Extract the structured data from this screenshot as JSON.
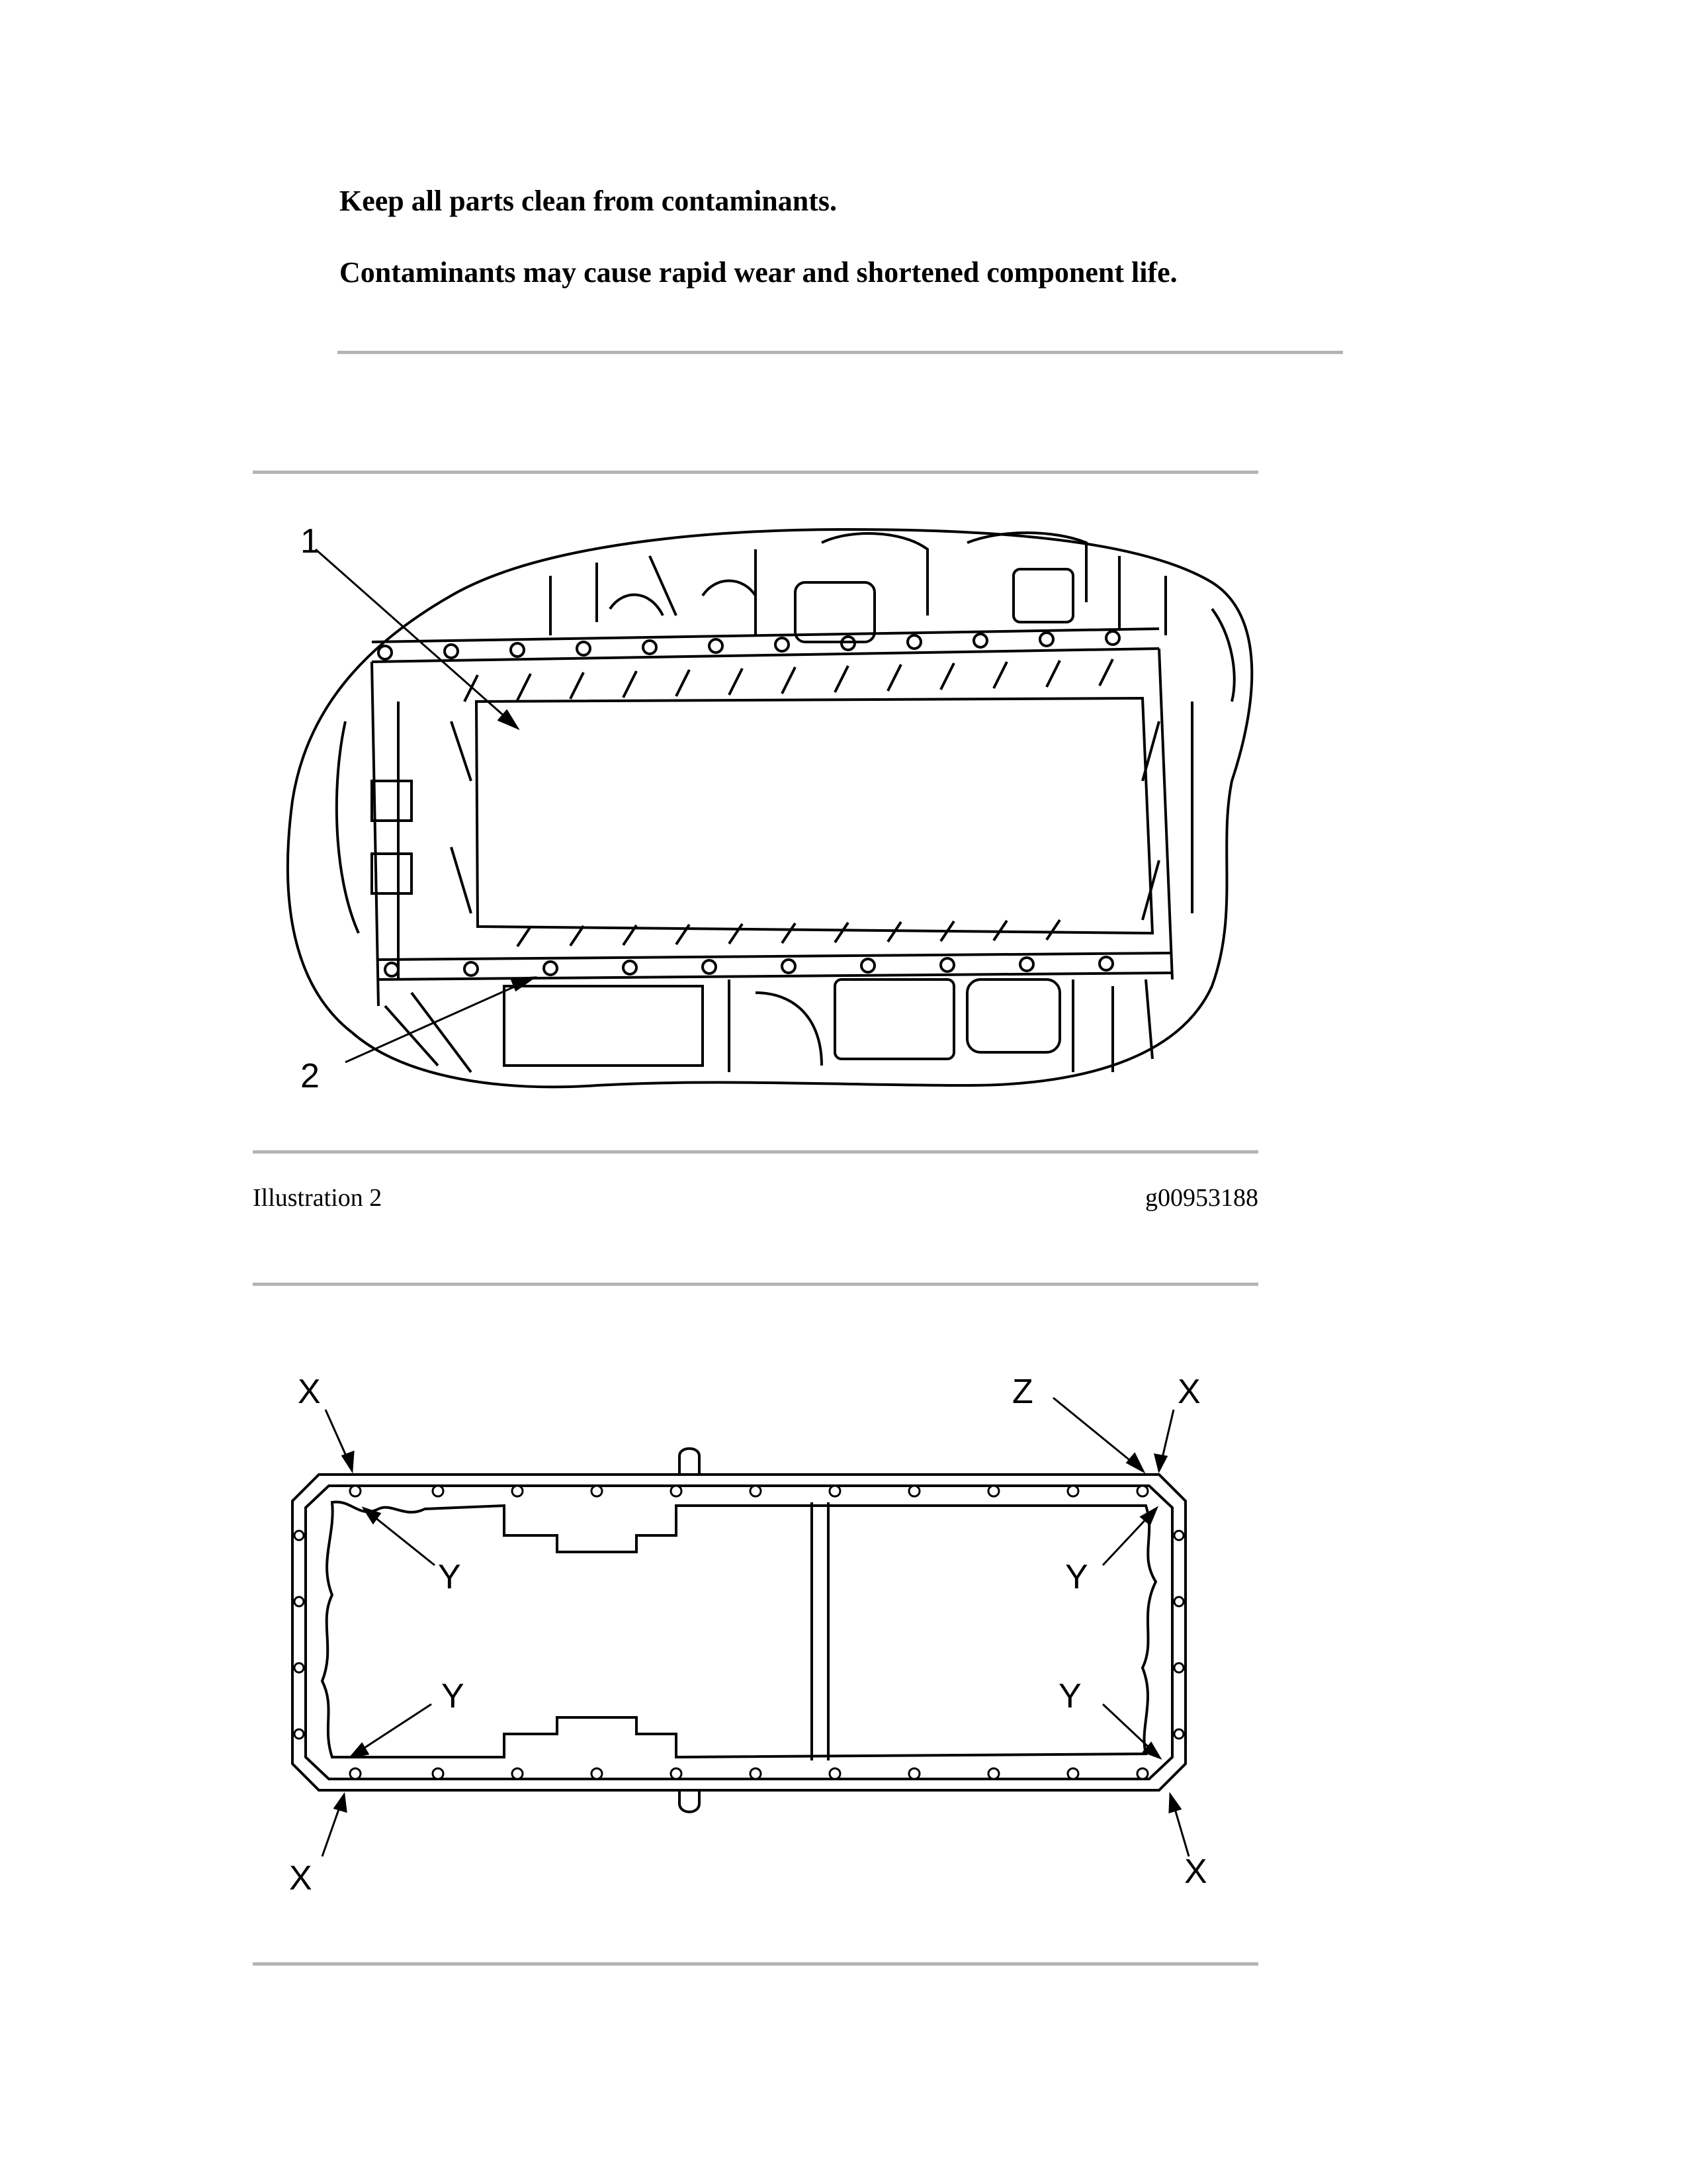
{
  "notice": {
    "line1": "Keep all parts clean from contaminants.",
    "line2": "Contaminants may cause rapid wear and shortened component life."
  },
  "figure1": {
    "callouts": [
      "1",
      "2"
    ],
    "caption_left": "Illustration 2",
    "caption_right": "g00953188"
  },
  "figure2": {
    "labels": {
      "x": "X",
      "y": "Y",
      "z": "Z"
    }
  }
}
